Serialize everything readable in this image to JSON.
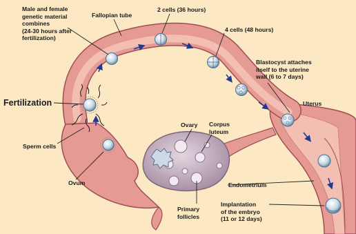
{
  "title": "Fertilization",
  "labels": {
    "genetic_combine": "Male and female\ngenetic material\ncombines\n(24-30 hours after\nfertilization)",
    "fallopian_tube": "Fallopian tube",
    "two_cells": "2 cells (36 hours)",
    "four_cells": "4 cells (48 hours)",
    "blastocyst": "Blastocyst attaches\nitself to the uterine\nwall (6 to 7 days)",
    "uterus": "Uterus",
    "sperm_cells": "Sperm cells",
    "ovum": "Ovum",
    "ovary": "Ovary",
    "corpus_luteum": "Corpus\nluteum",
    "endometrium": "Endometrium",
    "primary_follicles": "Primary\nfollicles",
    "implantation": "Implantation\nof the embryo\n(11 or 12 days)"
  },
  "colors": {
    "background": "#fce9c4",
    "tube_wall": "#e59a93",
    "tube_outline": "#9e4d55",
    "tube_inner": "#f4bfb3",
    "ovary": "#c7b3c2",
    "cell": "#c9dbe6",
    "arrow": "#1f3a93",
    "pointer_line": "#222222"
  }
}
